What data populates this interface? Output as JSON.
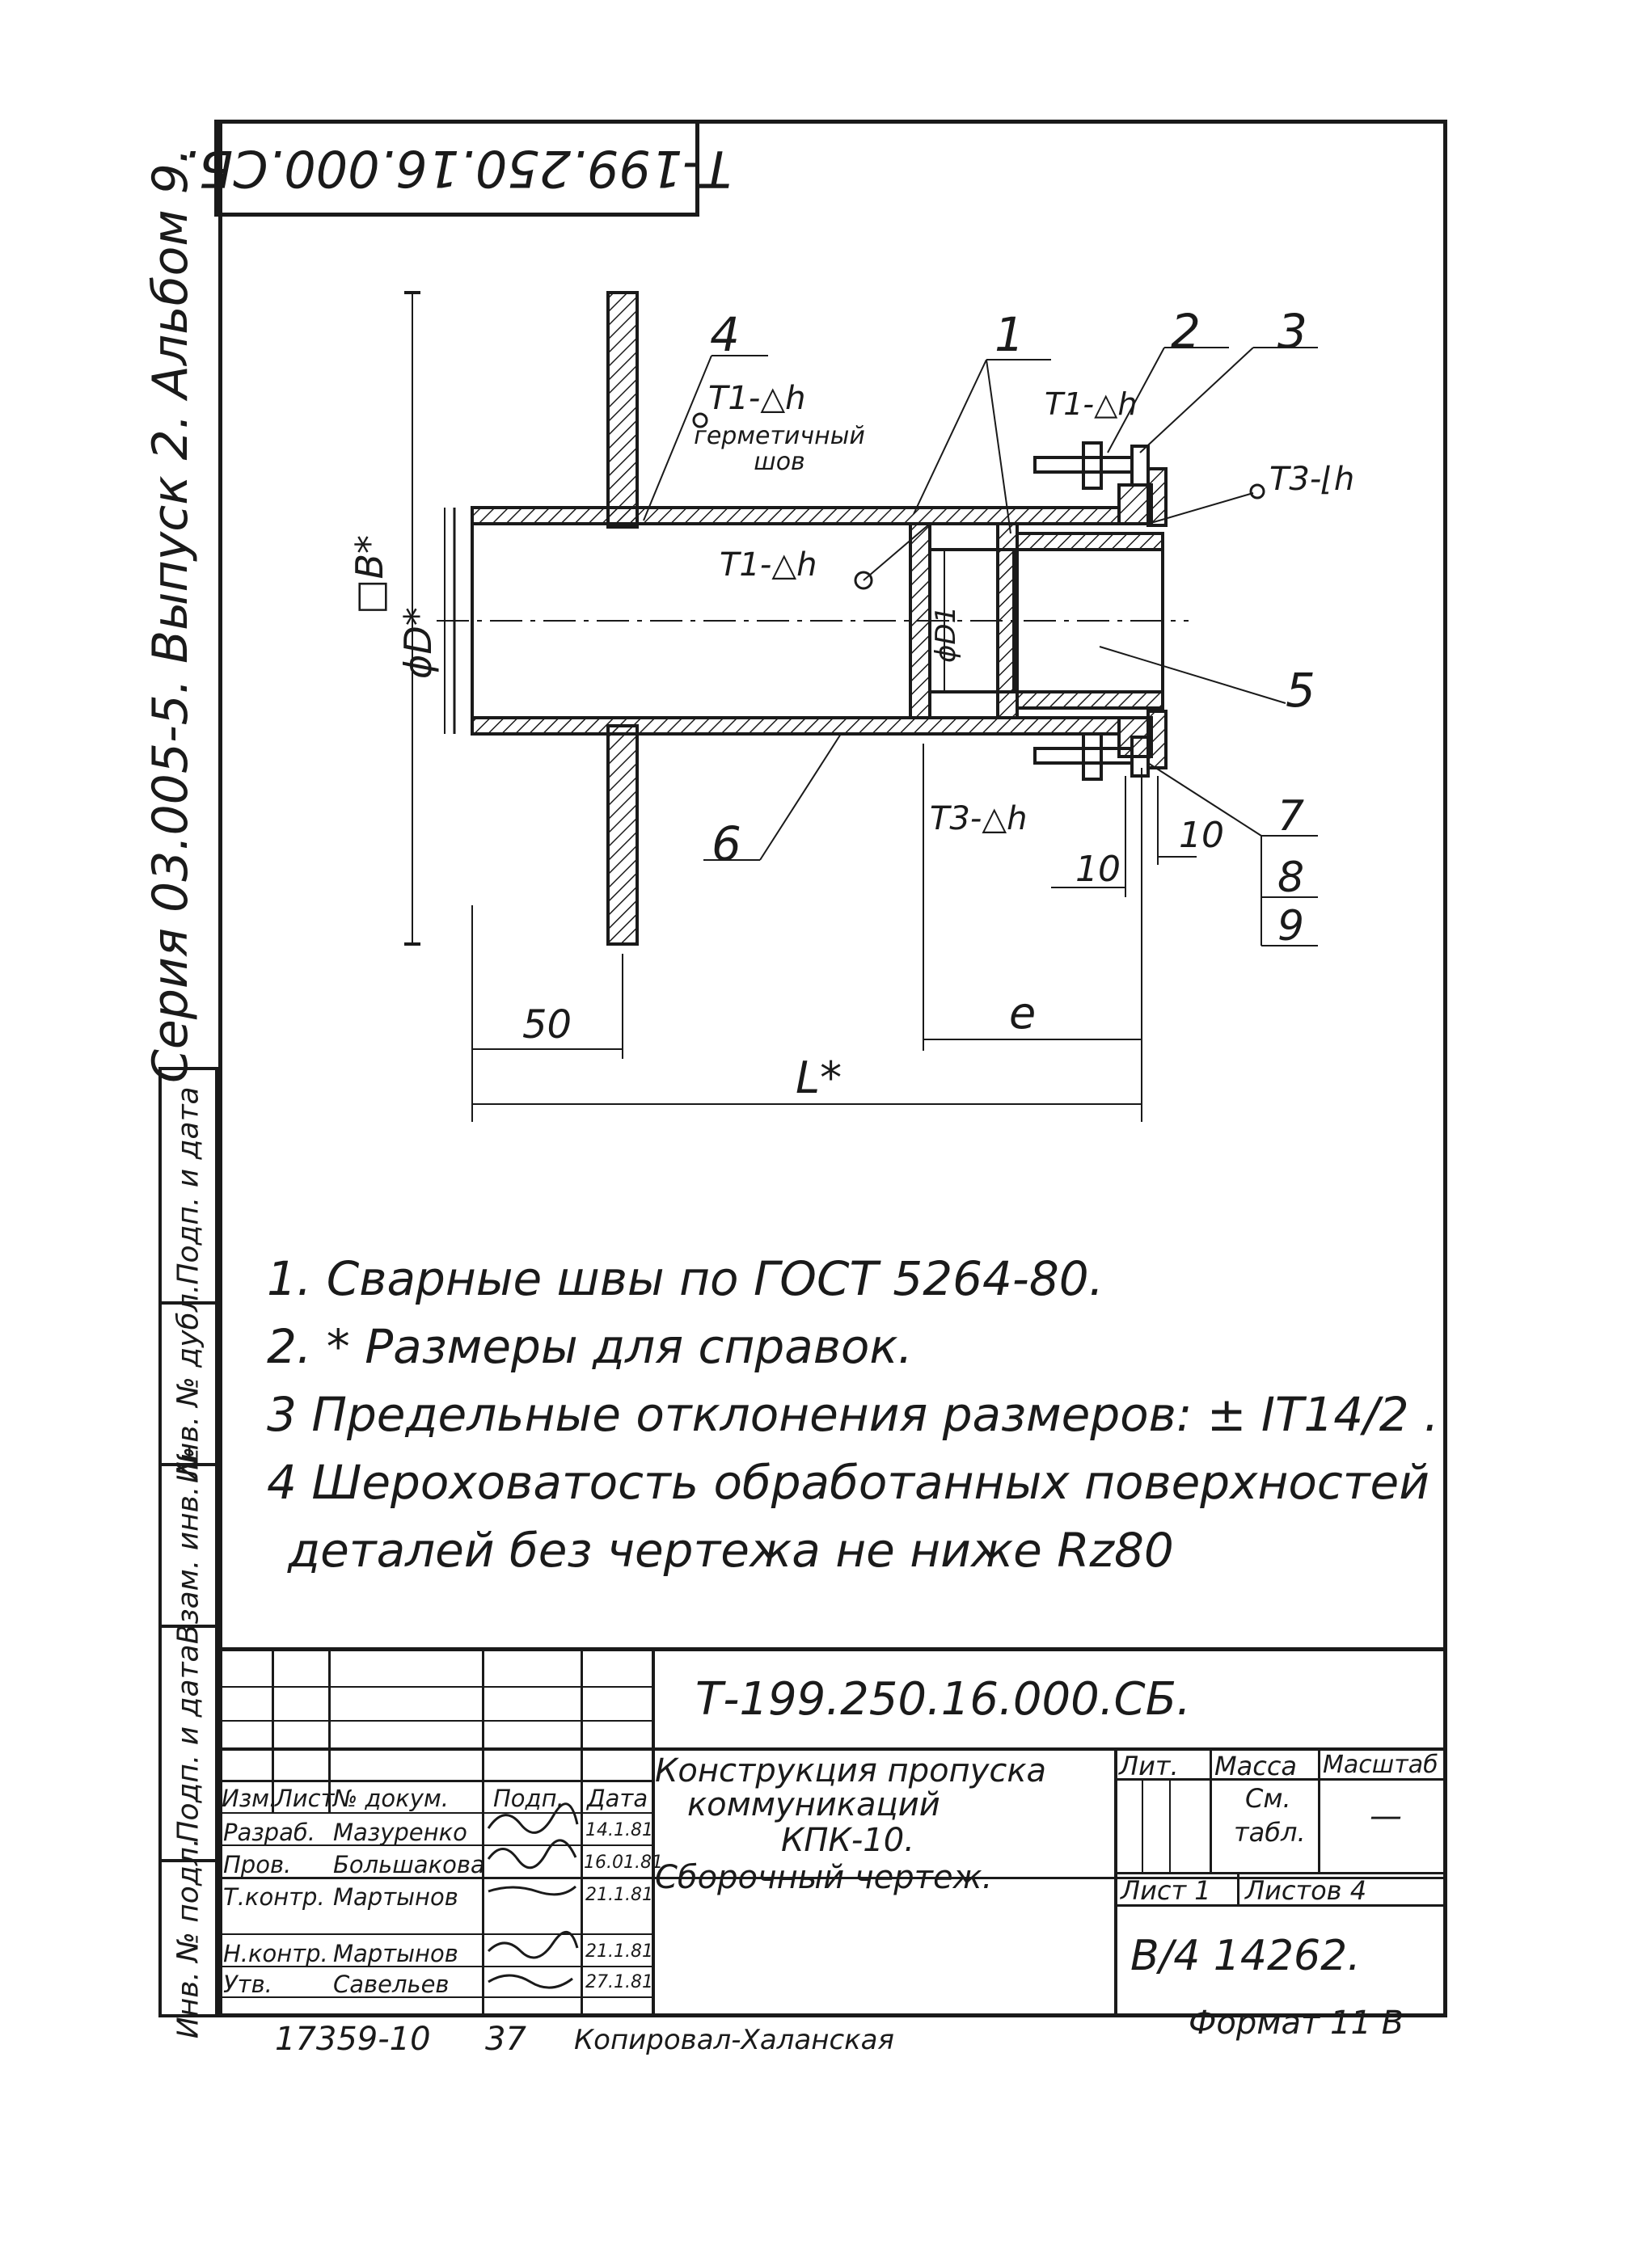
{
  "drawing": {
    "rotated_code": "Т-199.250.16.000.СБ.",
    "series_text": "Серия 03.005-5. Выпуск 2. Альбом 9.",
    "callouts": [
      "4",
      "1",
      "2",
      "3",
      "5",
      "6",
      "7",
      "8",
      "9"
    ],
    "weld_labels": {
      "t1_top": "Т1-△h",
      "hermetic": "герметичный шов",
      "t1_right": "Т1-△h",
      "t1_mid": "Т1-△h",
      "t3_right": "Т3-⌊h",
      "t3_bottom": "Т3-△h"
    },
    "dims": {
      "b": "□B*",
      "d": "ϕD*",
      "d1": "ϕD1",
      "dim10a": "10",
      "dim10b": "10",
      "dim50": "50",
      "dim_e": "e",
      "dim_l": "L*"
    }
  },
  "notes": [
    "1. Сварные швы по ГОСТ 5264-80.",
    "2. * Размеры для справок.",
    "3 Предельные отклонения размеров: ± IT14/2 .",
    "4 Шероховатость обработанных поверхностей",
    "деталей без чертежа не ниже Rz80"
  ],
  "side_strip": [
    "Подп. и дата",
    "Инв. № дубл.",
    "Взам. инв. №",
    "Подп. и дата",
    "Инв. № подл."
  ],
  "title_block": {
    "designation": "Т-199.250.16.000.СБ.",
    "name_line1": "Конструкция пропуска",
    "name_line2": "коммуникаций",
    "name_line3": "КПК-10.",
    "doc_type": "Сборочный чертеж.",
    "col_headers": [
      "Изм.",
      "Лист",
      "№ докум.",
      "Подп.",
      "Дата"
    ],
    "rows": [
      {
        "role": "Разраб.",
        "name": "Мазуренко",
        "date": "14.1.81"
      },
      {
        "role": "Пров.",
        "name": "Большакова",
        "date": "16.01.81"
      },
      {
        "role": "Т.контр.",
        "name": "Мартынов",
        "date": "21.1.81"
      },
      {
        "role": "Н.контр.",
        "name": "Мартынов",
        "date": "21.1.81"
      },
      {
        "role": "Утв.",
        "name": "Савельев",
        "date": "27.1.81"
      }
    ],
    "lit_label": "Лит.",
    "mass_label": "Масса",
    "scale_label": "Масштаб",
    "mass_value_1": "См.",
    "mass_value_2": "табл.",
    "scale_value": "—",
    "sheet_label": "Лист 1",
    "sheets_label": "Листов 4",
    "org": "В/4 14262."
  },
  "footer": {
    "num": "17359-10",
    "page": "37",
    "copied": "Копировал-Халанская",
    "format": "Формат 11 В"
  }
}
